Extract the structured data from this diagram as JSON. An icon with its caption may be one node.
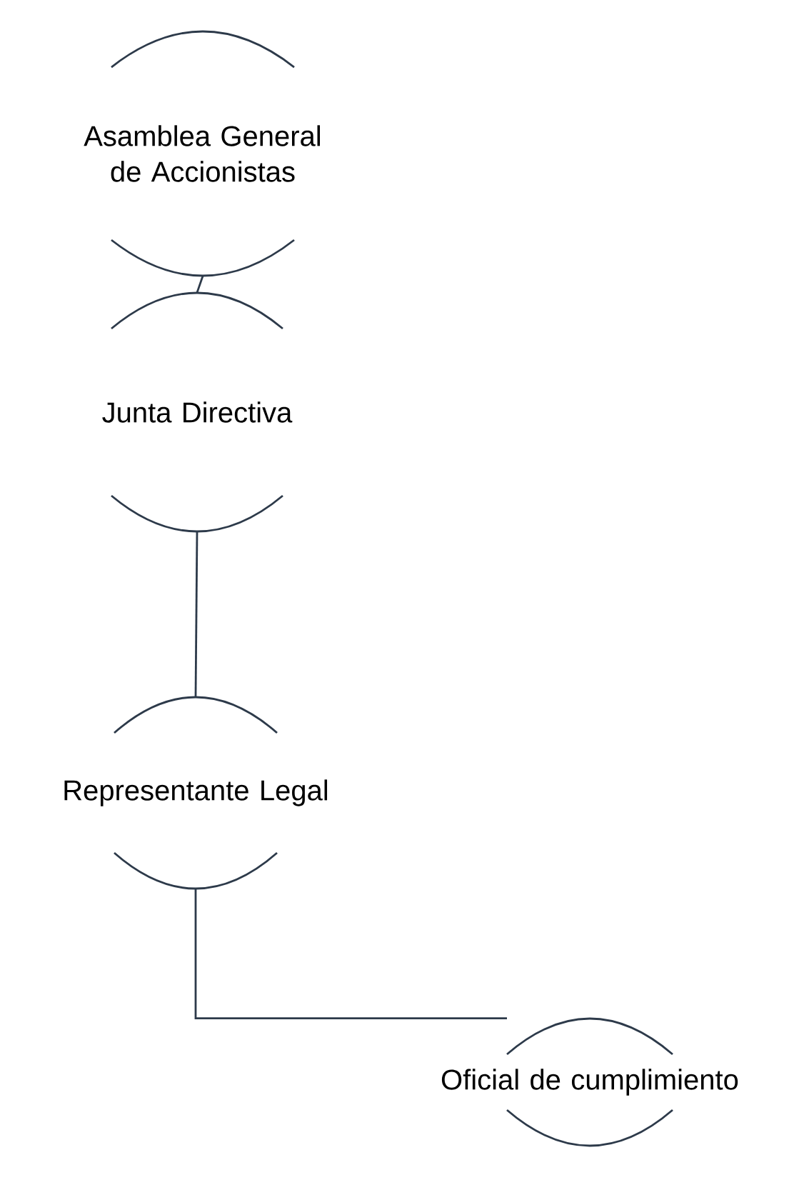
{
  "diagram": {
    "nodes": [
      {
        "text": [
          "Asamblea General de Accionistas"
        ]
      },
      {
        "text": [
          "Junta Directiva"
        ]
      },
      {
        "text": [
          "Representante Legal"
        ]
      },
      {
        "text": [
          "Oficial de cumplimiento"
        ]
      }
    ],
    "edges": [
      {
        "from": 0,
        "to": 1,
        "arrow": "none"
      },
      {
        "from": 1,
        "to": 2,
        "arrow": "none"
      },
      {
        "from": 2,
        "to": 3,
        "arrow": "none"
      }
    ]
  }
}
